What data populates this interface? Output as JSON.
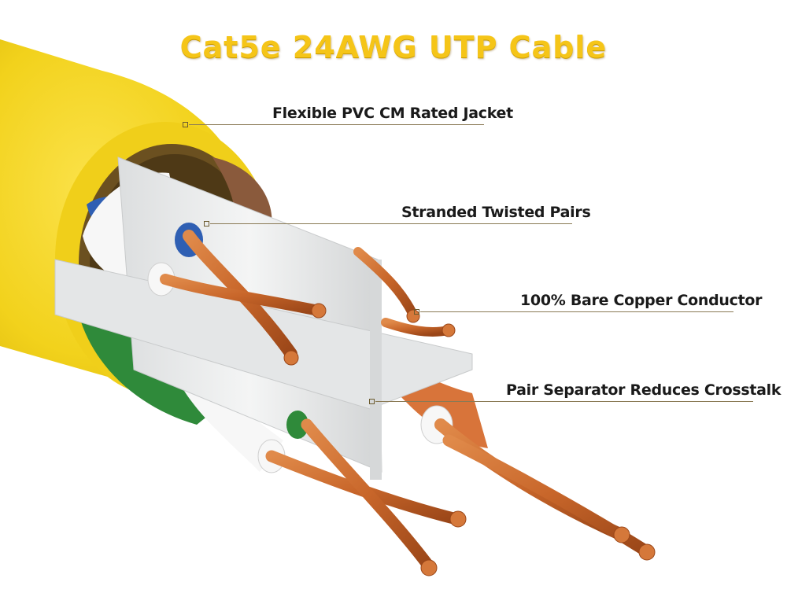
{
  "title": "Cat5e 24AWG UTP Cable",
  "colors": {
    "title": "#f5c518",
    "jacket": "#f2d21c",
    "separator": "#ecedee",
    "copper": "#c8662a",
    "pair_blue": "#2f5fb3",
    "pair_green": "#2f8a3a",
    "pair_orange": "#d8743a",
    "pair_brown": "#8a5a3c",
    "leader": "#8a7a55"
  },
  "callouts": [
    {
      "id": "jacket",
      "text": "Flexible PVC CM Rated Jacket"
    },
    {
      "id": "pairs",
      "text": "Stranded Twisted Pairs"
    },
    {
      "id": "conductor",
      "text": "100% Bare Copper Conductor"
    },
    {
      "id": "separator",
      "text": "Pair Separator Reduces Crosstalk"
    }
  ]
}
